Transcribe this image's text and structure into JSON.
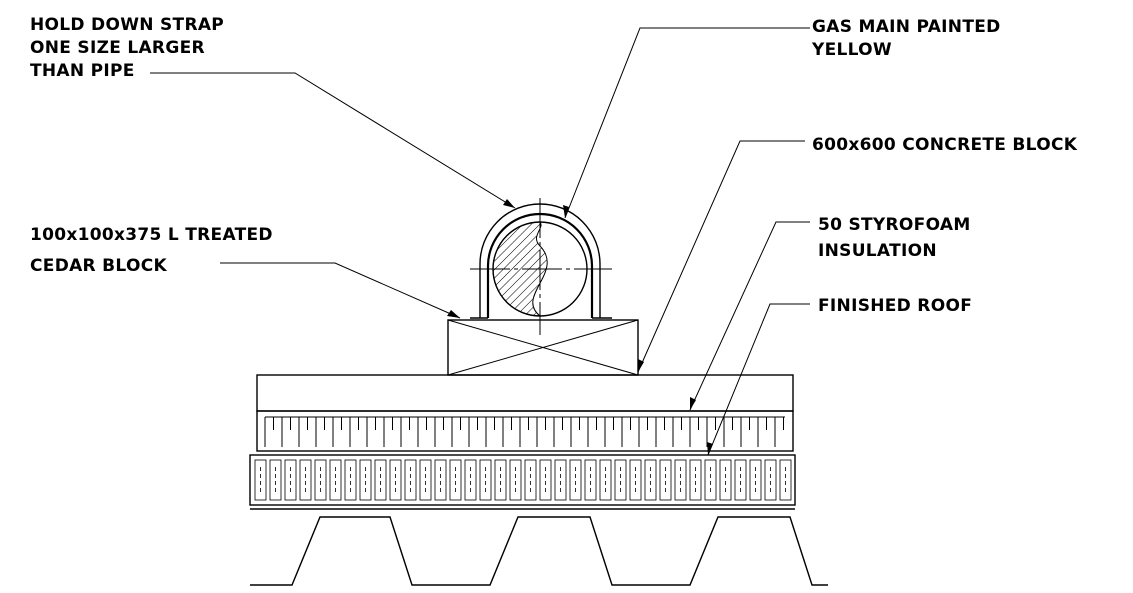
{
  "labels": {
    "hold_down_strap": [
      "HOLD DOWN STRAP",
      "ONE SIZE LARGER",
      "THAN PIPE"
    ],
    "gas_main": [
      "GAS MAIN PAINTED",
      "YELLOW"
    ],
    "concrete_block": [
      "600x600 CONCRETE BLOCK"
    ],
    "cedar_block": [
      "100x100x375 L TREATED",
      "CEDAR BLOCK"
    ],
    "styrofoam": [
      "50 STYROFOAM",
      "INSULATION"
    ],
    "finished_roof": [
      "FINISHED ROOF"
    ]
  }
}
